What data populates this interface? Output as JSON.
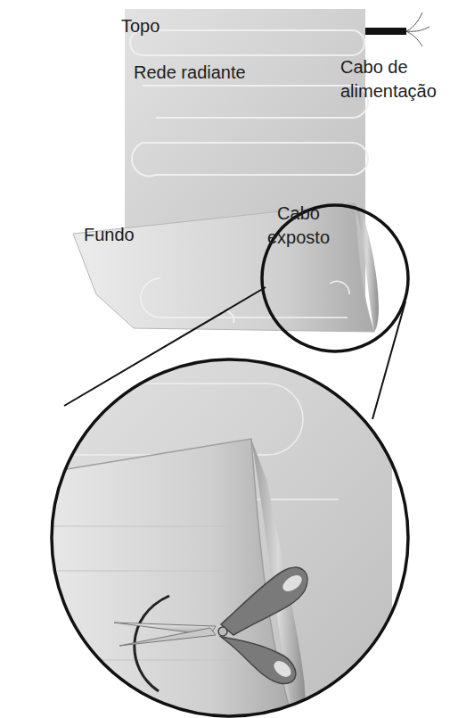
{
  "diagram": {
    "labels": [
      "Topo",
      "Rede radiante",
      "Cabo de alimentação",
      "Fundo",
      "Cabo exposto"
    ]
  }
}
